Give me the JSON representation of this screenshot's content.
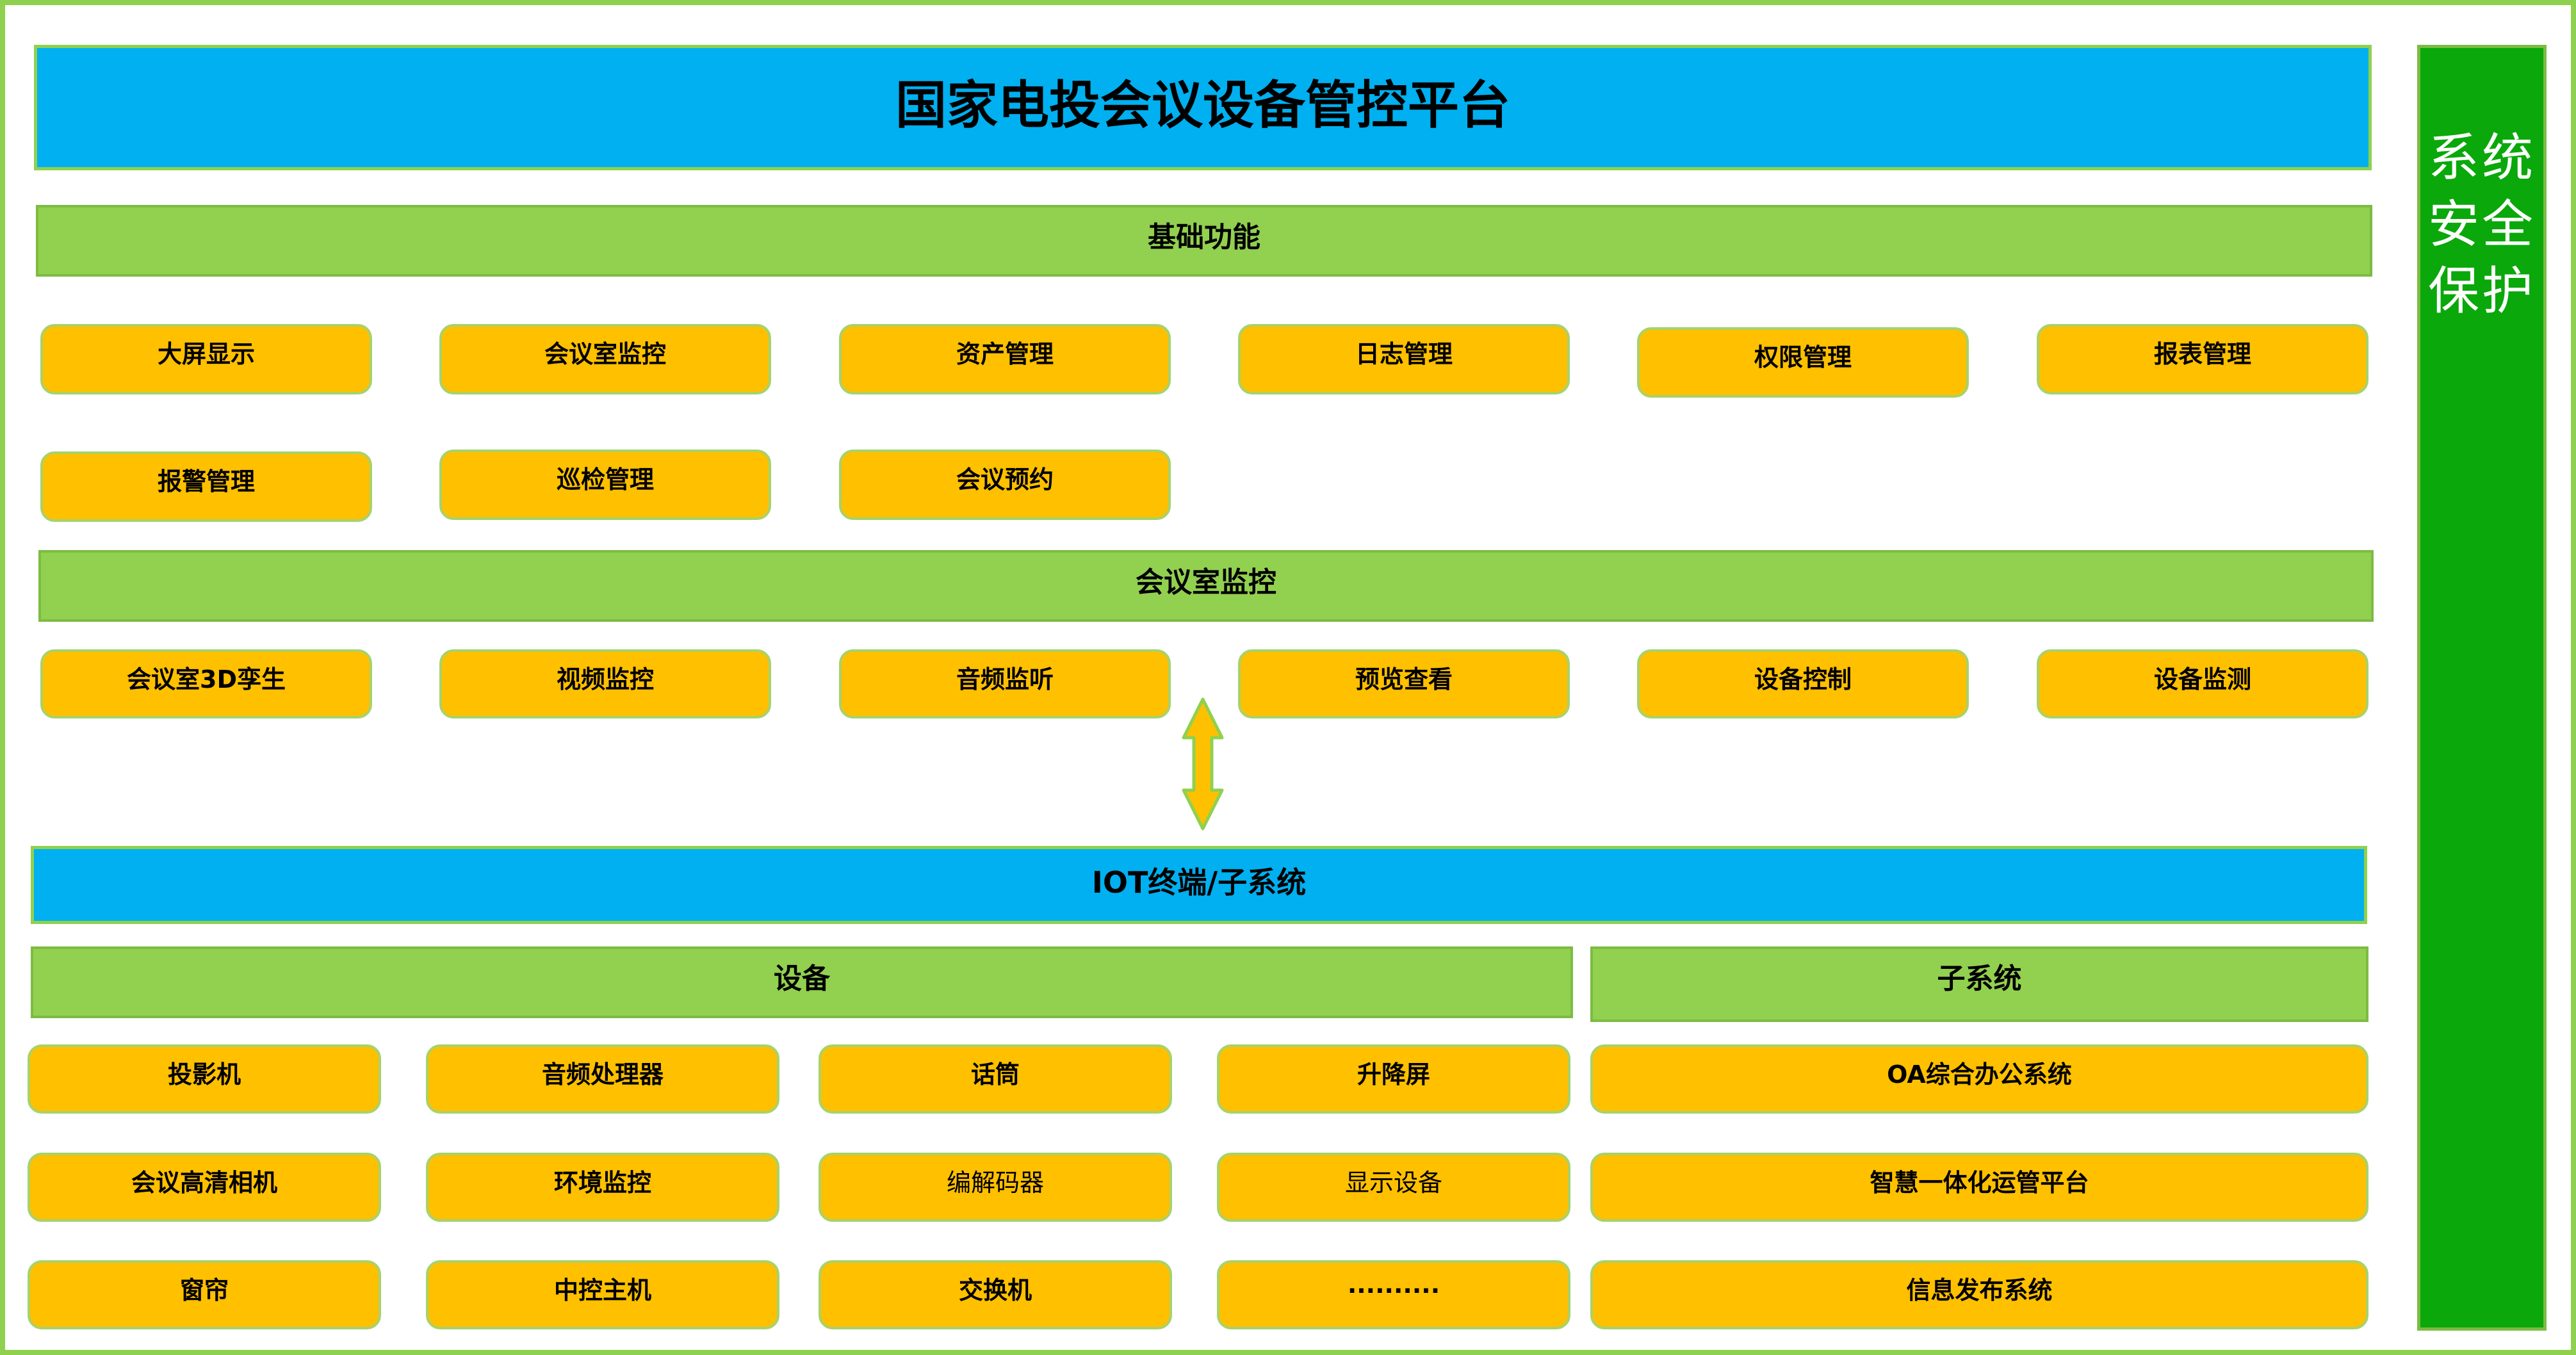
{
  "title": "国家电投会议设备管控平台",
  "basic": {
    "header": "基础功能",
    "items": [
      "大屏显示",
      "会议室监控",
      "资产管理",
      "日志管理",
      "权限管理",
      "报表管理",
      "报警管理",
      "巡检管理",
      "会议预约"
    ]
  },
  "monitor": {
    "header": "会议室监控",
    "items": [
      "会议室3D孪生",
      "视频监控",
      "音频监听",
      "预览查看",
      "设备控制",
      "设备监测"
    ]
  },
  "iot": {
    "header": "IOT终端/子系统"
  },
  "devices": {
    "header": "设备",
    "items": [
      "投影机",
      "音频处理器",
      "话筒",
      "升降屏",
      "会议高清相机",
      "环境监控",
      "编解码器",
      "显示设备",
      "窗帘",
      "中控主机",
      "交换机",
      ".........."
    ]
  },
  "subsystems": {
    "header": "子系统",
    "items": [
      "OA综合办公系统",
      "智慧一体化运管平台",
      "信息发布系统"
    ]
  },
  "side": {
    "label": "系统安全保护"
  },
  "colors": {
    "blue_band": "#00b0f0",
    "green_band": "#92d050",
    "pill_fill": "#ffc000",
    "side_bar": "#0aa80a",
    "outline": "#8fd14f"
  },
  "icons": {
    "connector": "double-arrow-vertical-icon"
  }
}
